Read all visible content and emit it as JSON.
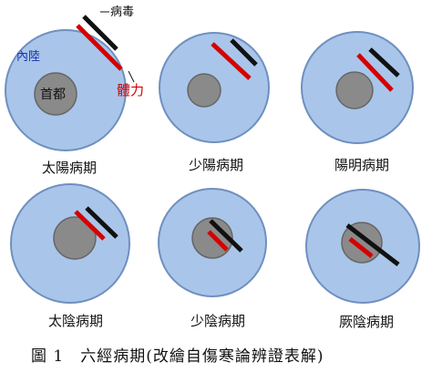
{
  "figure": {
    "caption": "圖 1　六經病期(改繪自傷寒論辨證表解)",
    "labels": {
      "pathogen": "病毒",
      "interior": "內陸",
      "capital": "首都",
      "strength": "體力"
    },
    "colors": {
      "outer_fill": "#a9c6ea",
      "outer_stroke": "#6f8fbf",
      "core_fill": "#8a8a8a",
      "core_stroke": "#666666",
      "pathogen": "#111111",
      "strength": "#d40000",
      "interior_label": "#1a2fb0",
      "strength_label": "#d40000"
    },
    "panels": [
      {
        "id": "taiyang",
        "title": "太陽病期"
      },
      {
        "id": "shaoyang",
        "title": "少陽病期"
      },
      {
        "id": "yangming",
        "title": "陽明病期"
      },
      {
        "id": "taiyin",
        "title": "太陰病期"
      },
      {
        "id": "shaoyin",
        "title": "少陰病期"
      },
      {
        "id": "jueyin",
        "title": "厥陰病期"
      }
    ]
  }
}
